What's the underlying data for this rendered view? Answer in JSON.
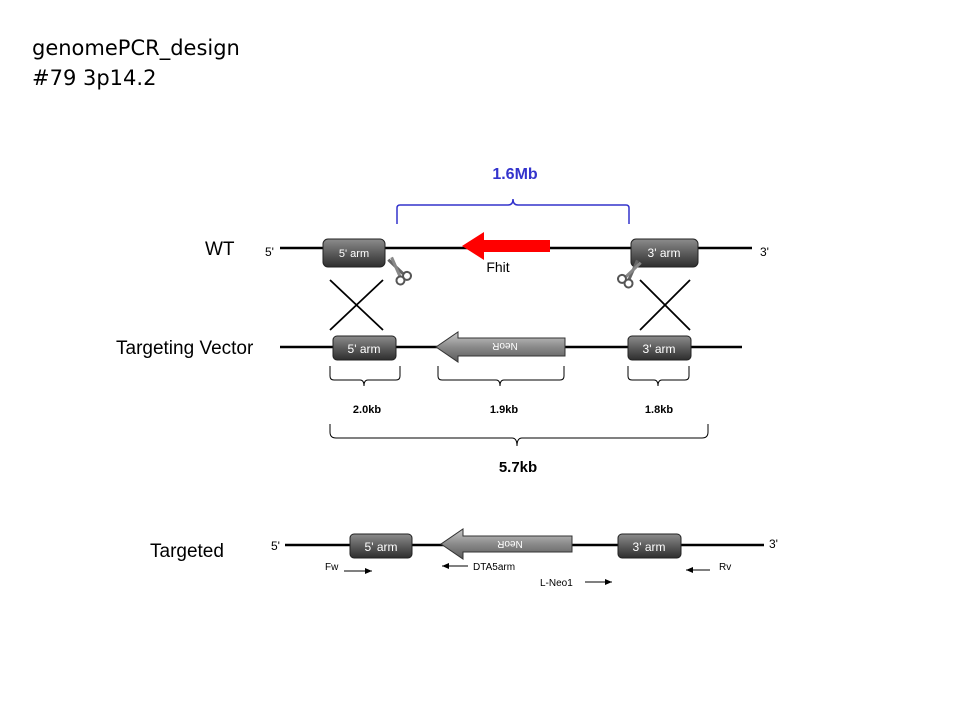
{
  "header": {
    "title_line1": "genomePCR_design",
    "title_line2": "#79  3p14.2"
  },
  "wt": {
    "row_label": "WT",
    "end5": "5'",
    "end3": "3'",
    "arm5": "5' arm",
    "arm3": "3' arm",
    "gene": "Fhit",
    "span": "1.6Mb"
  },
  "vector": {
    "row_label": "Targeting Vector",
    "arm5": "5' arm",
    "arm3": "3' arm",
    "neo": "NeoR",
    "size_arm5": "2.0kb",
    "size_neo": "1.9kb",
    "size_arm3": "1.8kb",
    "size_total": "5.7kb"
  },
  "targeted": {
    "row_label": "Targeted",
    "end5": "5'",
    "end3": "3'",
    "arm5": "5' arm",
    "arm3": "3' arm",
    "neo": "NeoR",
    "primers": [
      "Fw",
      "DTA5arm",
      "L-Neo1",
      "Rv"
    ]
  },
  "colors": {
    "span_bracket": "#3333cc",
    "gene_arrow": "#ff0000",
    "box_dark": "#3a3a3a",
    "box_light": "#bdbdbd"
  }
}
